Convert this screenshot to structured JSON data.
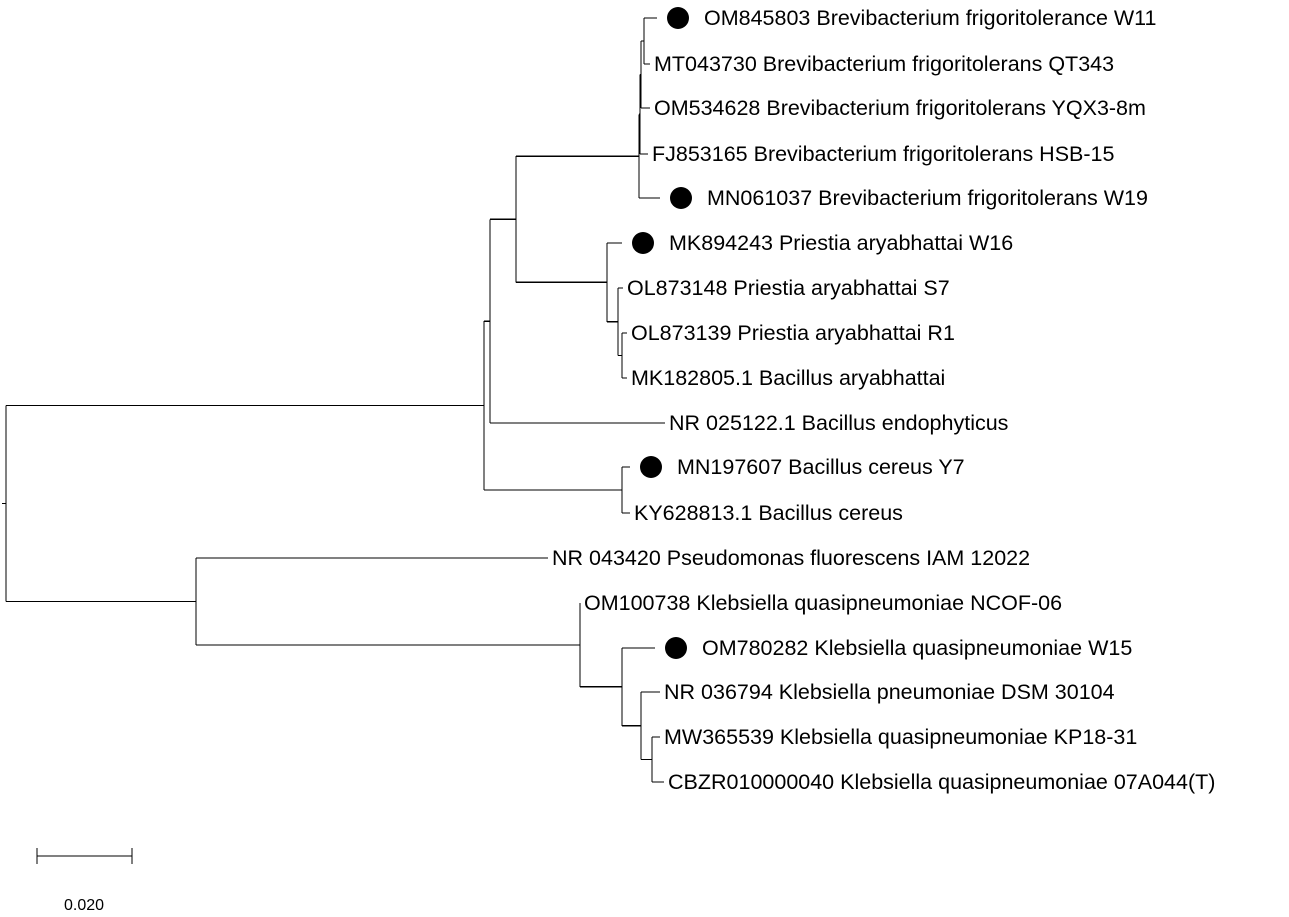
{
  "tree": {
    "leaves": [
      {
        "id": "L1",
        "label": "OM845803 Brevibacterium frigoritolerance W11",
        "marked": true
      },
      {
        "id": "L2",
        "label": "MT043730 Brevibacterium frigoritolerans QT343",
        "marked": false
      },
      {
        "id": "L3",
        "label": "OM534628 Brevibacterium frigoritolerans YQX3-8m",
        "marked": false
      },
      {
        "id": "L4",
        "label": "FJ853165 Brevibacterium frigoritolerans HSB-15",
        "marked": false
      },
      {
        "id": "L5",
        "label": "MN061037 Brevibacterium frigoritolerans W19",
        "marked": true
      },
      {
        "id": "L6",
        "label": "MK894243 Priestia aryabhattai W16",
        "marked": true
      },
      {
        "id": "L7",
        "label": "OL873148 Priestia aryabhattai S7",
        "marked": false
      },
      {
        "id": "L8",
        "label": "OL873139 Priestia aryabhattai R1",
        "marked": false
      },
      {
        "id": "L9",
        "label": "MK182805.1 Bacillus aryabhattai",
        "marked": false
      },
      {
        "id": "L10",
        "label": "NR 025122.1 Bacillus endophyticus",
        "marked": false
      },
      {
        "id": "L11",
        "label": "MN197607 Bacillus cereus Y7",
        "marked": true
      },
      {
        "id": "L12",
        "label": "KY628813.1 Bacillus cereus",
        "marked": false
      },
      {
        "id": "L13",
        "label": "NR 043420 Pseudomonas fluorescens IAM 12022",
        "marked": false
      },
      {
        "id": "L14",
        "label": "OM100738 Klebsiella quasipneumoniae NCOF-06",
        "marked": false
      },
      {
        "id": "L15",
        "label": "OM780282 Klebsiella quasipneumoniae W15",
        "marked": true
      },
      {
        "id": "L16",
        "label": "NR 036794 Klebsiella pneumoniae DSM 30104",
        "marked": false
      },
      {
        "id": "L17",
        "label": "MW365539 Klebsiella quasipneumoniae KP18-31",
        "marked": false
      },
      {
        "id": "L18",
        "label": "CBZR010000040 Klebsiella quasipneumoniae 07A044(T)",
        "marked": false
      }
    ],
    "marker_shape": "filled-circle",
    "line_color": "#000000"
  },
  "scale_bar": {
    "label": "0.020",
    "value": 0.02
  }
}
